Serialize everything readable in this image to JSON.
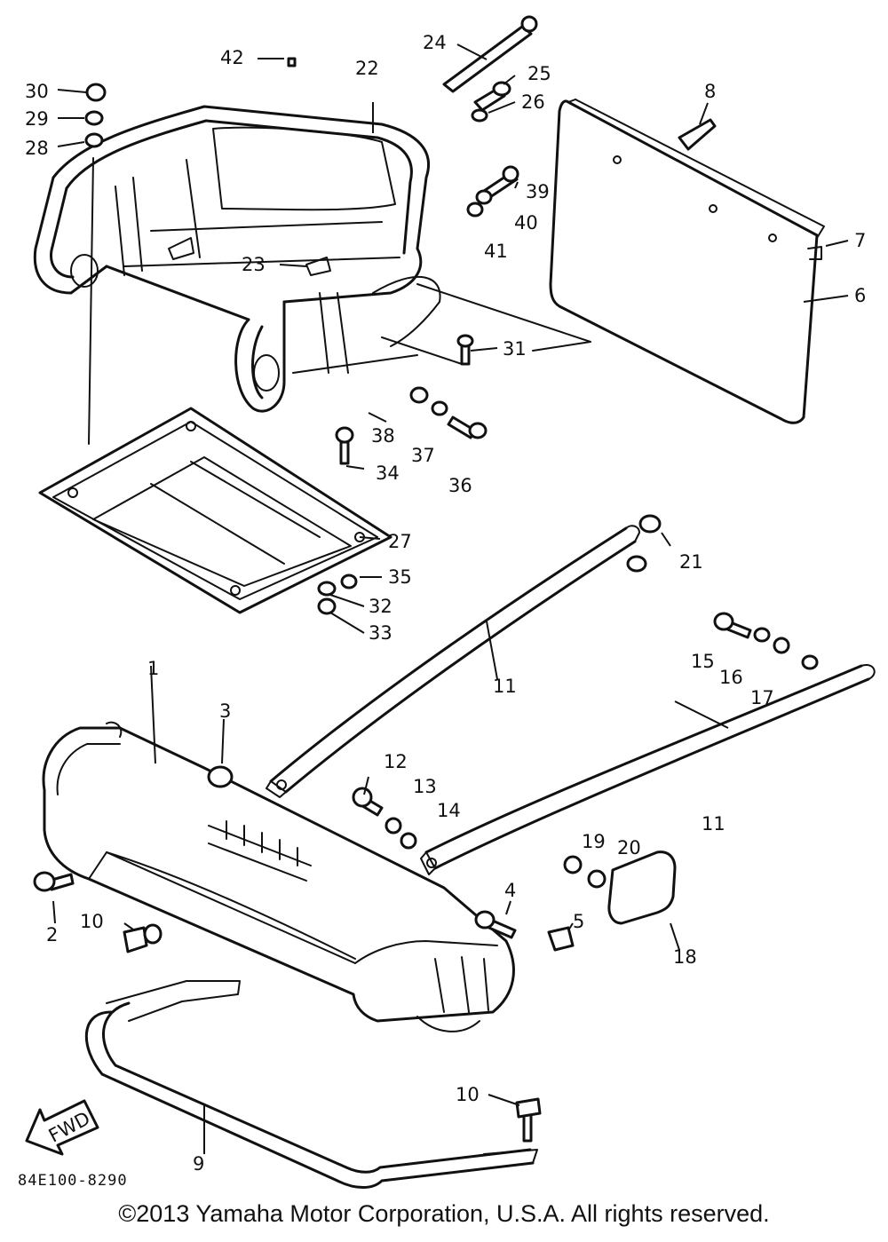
{
  "callouts": {
    "c1": "1",
    "c2": "2",
    "c3": "3",
    "c4": "4",
    "c5": "5",
    "c6": "6",
    "c7": "7",
    "c8": "8",
    "c9": "9",
    "c10a": "10",
    "c10b": "10",
    "c11a": "11",
    "c11b": "11",
    "c12": "12",
    "c13": "13",
    "c14": "14",
    "c15": "15",
    "c16": "16",
    "c17": "17",
    "c18": "18",
    "c19": "19",
    "c20": "20",
    "c21": "21",
    "c22": "22",
    "c23": "23",
    "c24": "24",
    "c25": "25",
    "c26": "26",
    "c27": "27",
    "c28": "28",
    "c29": "29",
    "c30": "30",
    "c31": "31",
    "c32": "32",
    "c33": "33",
    "c34": "34",
    "c35": "35",
    "c36": "36",
    "c37": "37",
    "c38": "38",
    "c39": "39",
    "c40": "40",
    "c41": "41",
    "c42": "42"
  },
  "fwd_label": "FWD",
  "reference_code": "84E100-8290",
  "copyright": "©2013 Yamaha Motor Corporation, U.S.A. All rights reserved."
}
